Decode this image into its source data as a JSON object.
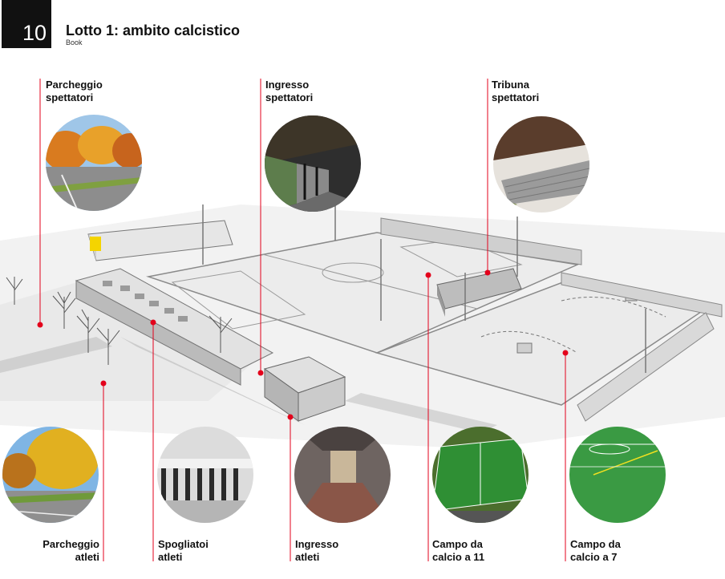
{
  "page": {
    "number": "10",
    "title": "Lotto 1: ambito calcistico",
    "subtitle": "Book"
  },
  "labels": {
    "parcheggio_spettatori": [
      "Parcheggio",
      "spettatori"
    ],
    "ingresso_spettatori": [
      "Ingresso",
      "spettatori"
    ],
    "tribuna_spettatori": [
      "Tribuna",
      "spettatori"
    ],
    "parcheggio_atleti": [
      "Parcheggio",
      "atleti"
    ],
    "spogliatoi_atleti": [
      "Spogliatoi",
      "atleti"
    ],
    "ingresso_atleti": [
      "Ingresso",
      "atleti"
    ],
    "campo_11": [
      "Campo da",
      "calcio a 11"
    ],
    "campo_7": [
      "Campo da",
      "calcio a 7"
    ]
  },
  "colors": {
    "callout": "#e3001b",
    "accent_header": "#111111"
  }
}
